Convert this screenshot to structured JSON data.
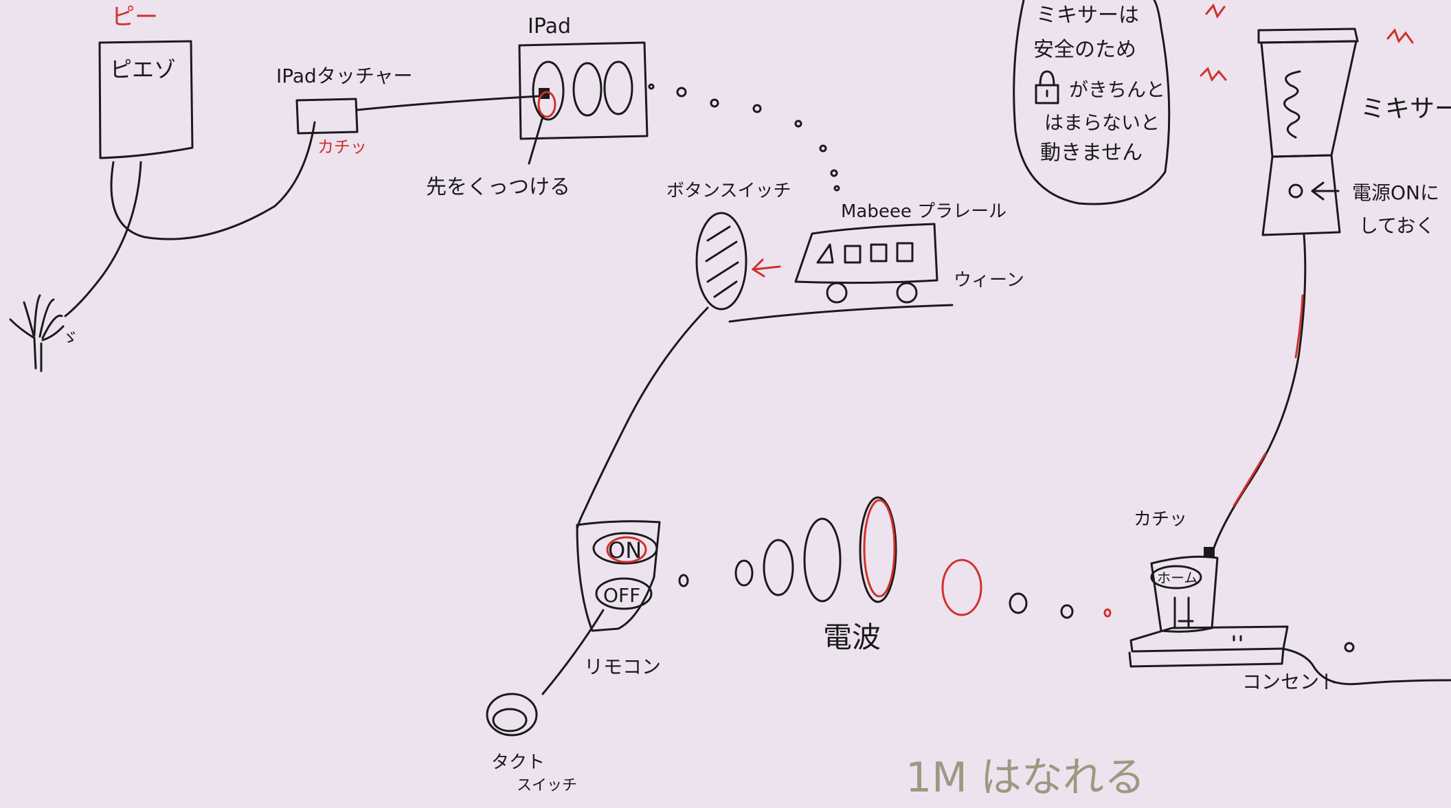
{
  "labels": {
    "pee": "ピー",
    "piezo": "ピエゾ",
    "touch_mark": "ゞ",
    "ipad_toucher": "IPadタッチャー",
    "kachi_toucher": "カチッ",
    "ipad": "IPad",
    "attach_tip": "先をくっつける",
    "button_switch": "ボタンスイッチ",
    "mabeee": "Mabeee プラレール",
    "vroom": "ウィーン",
    "mixer_note": [
      "ミキサーは",
      "安全のため",
      "がきちんと",
      "はまらないと",
      "動きません"
    ],
    "mixer": "ミキサー",
    "power_on": [
      "電源ONに",
      "しておく"
    ],
    "kachi_outlet": "カチッ",
    "home": "ホーム",
    "outlet": "コンセント",
    "radio_wave": "電波",
    "remote": "リモコン",
    "on": "ON",
    "off": "OFF",
    "tact_switch": [
      "タクト",
      "スイッチ"
    ],
    "distance": "1M はなれる"
  },
  "colors": {
    "background": "#ede3ef",
    "ink": "#1a1a1a",
    "red": "#d0302a",
    "pencil": "#9a9a82"
  }
}
